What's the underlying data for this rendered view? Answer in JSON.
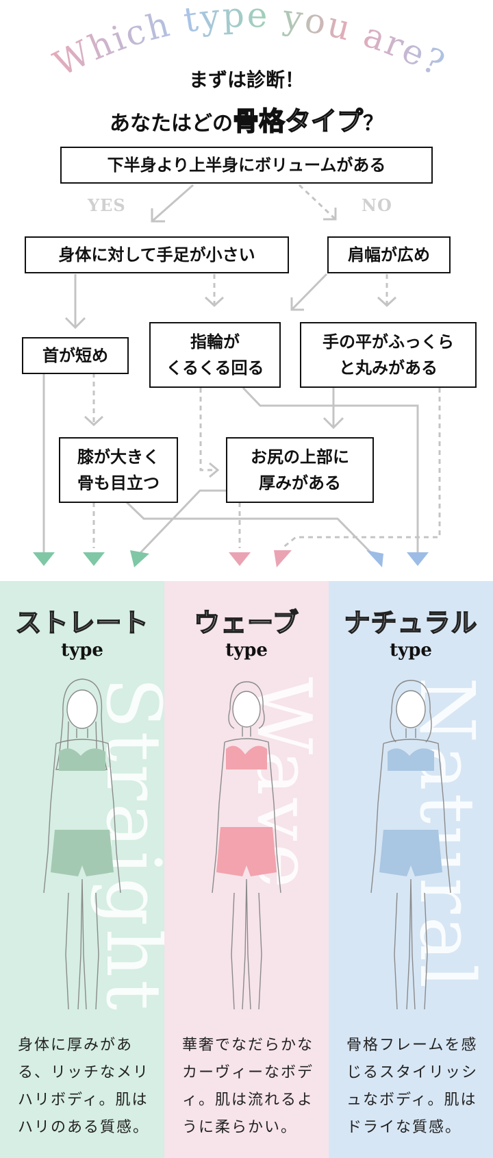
{
  "header": {
    "arc_title": "Which type you are?",
    "line1": "まずは診断！",
    "line2_prefix": "あなたはどの",
    "line2_emphasis": "骨格タイプ",
    "line2_suffix": "？"
  },
  "flow": {
    "q_top": "下半身より上半身にボリュームがある",
    "yes": "YES",
    "no": "NO",
    "q_limbs": "身体に対して手足が小さい",
    "q_shoulder": "肩幅が広め",
    "q_neck": "首が短め",
    "q_ring": "指輪が\nくるくる回る",
    "q_palm": "手の平がふっくら\nと丸みがある",
    "q_knee": "膝が大きく\n骨も目立つ",
    "q_hip": "お尻の上部に\n厚みがある"
  },
  "colors": {
    "straight": "#7fc7a5",
    "wave": "#eaa3b3",
    "natural": "#9cbce6",
    "line_gray": "#c4c4c4"
  },
  "types": [
    {
      "jp": "ストレート",
      "type": "type",
      "word": "Straight",
      "desc": "身体に厚みがある、リッチなメリハリボディ。肌はハリのある質感。"
    },
    {
      "jp": "ウェーブ",
      "type": "type",
      "word": "Wave",
      "desc": "華奢でなだらかなカーヴィーなボディ。肌は流れるように柔らかい。"
    },
    {
      "jp": "ナチュラル",
      "type": "type",
      "word": "Natural",
      "desc": "骨格フレームを感じるスタイリッシュなボディ。肌はドライな質感。"
    }
  ]
}
